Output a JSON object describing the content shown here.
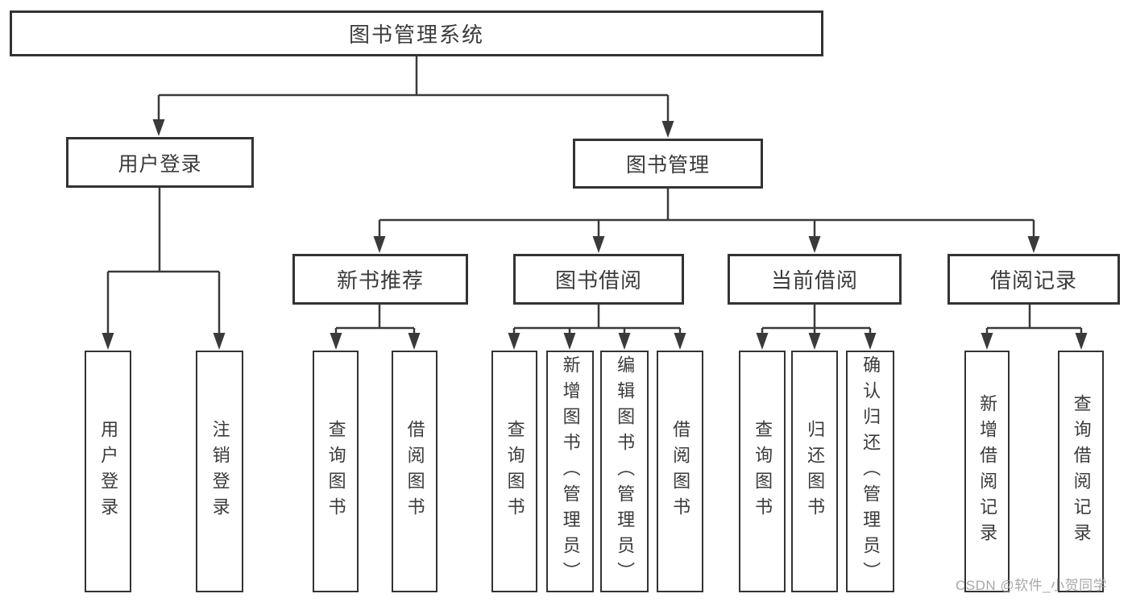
{
  "diagram": {
    "root": "图书管理系统",
    "branch_user": {
      "label": "用户登录",
      "leaves": [
        "用户登录",
        "注销登录"
      ]
    },
    "branch_books": {
      "label": "图书管理",
      "sections": [
        {
          "label": "新书推荐",
          "leaves": [
            "查询图书",
            "借阅图书"
          ]
        },
        {
          "label": "图书借阅",
          "leaves": [
            "查询图书",
            "新增图书（管理员）",
            "编辑图书（管理员）",
            "借阅图书"
          ]
        },
        {
          "label": "当前借阅",
          "leaves": [
            "查询图书",
            "归还图书",
            "确认归还（管理员）"
          ]
        },
        {
          "label": "借阅记录",
          "leaves": [
            "新增借阅记录",
            "查询借阅记录"
          ]
        }
      ]
    }
  },
  "watermark": "CSDN @软件_小贺同学",
  "colors": {
    "line": "#3a3a3a",
    "text": "#3b3b3b",
    "background": "#ffffff",
    "watermark": "#9e9e9e"
  }
}
